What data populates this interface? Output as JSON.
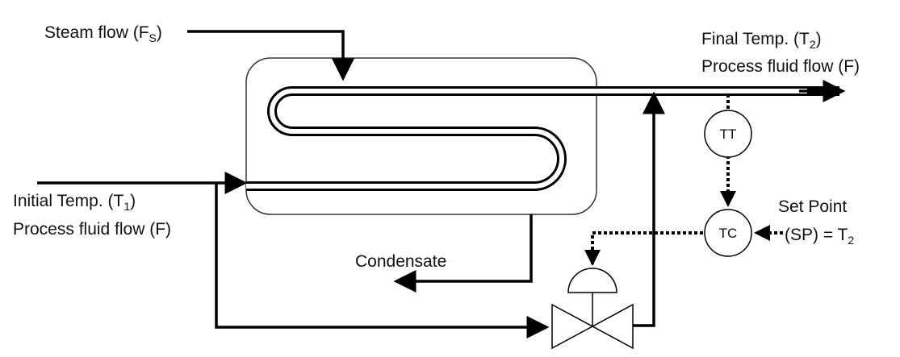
{
  "labels": {
    "steam": {
      "text": "Steam flow (F",
      "sub": "S",
      "close": ")"
    },
    "final_temp": {
      "text": "Final Temp. (T",
      "sub": "2",
      "close": ")"
    },
    "process_out": {
      "text": "Process fluid flow (F)"
    },
    "initial_temp": {
      "text": "Initial Temp. (T",
      "sub": "1",
      "close": ")"
    },
    "process_in": {
      "text": "Process fluid flow (F)"
    },
    "condensate": {
      "text": "Condensate"
    },
    "set_point_1": {
      "text": "Set Point"
    },
    "set_point_2": {
      "text": "(SP) = T",
      "sub": "2"
    }
  },
  "instruments": {
    "tt": "TT",
    "tc": "TC"
  },
  "colors": {
    "line": "#000000",
    "shell_stroke": "#333333"
  }
}
